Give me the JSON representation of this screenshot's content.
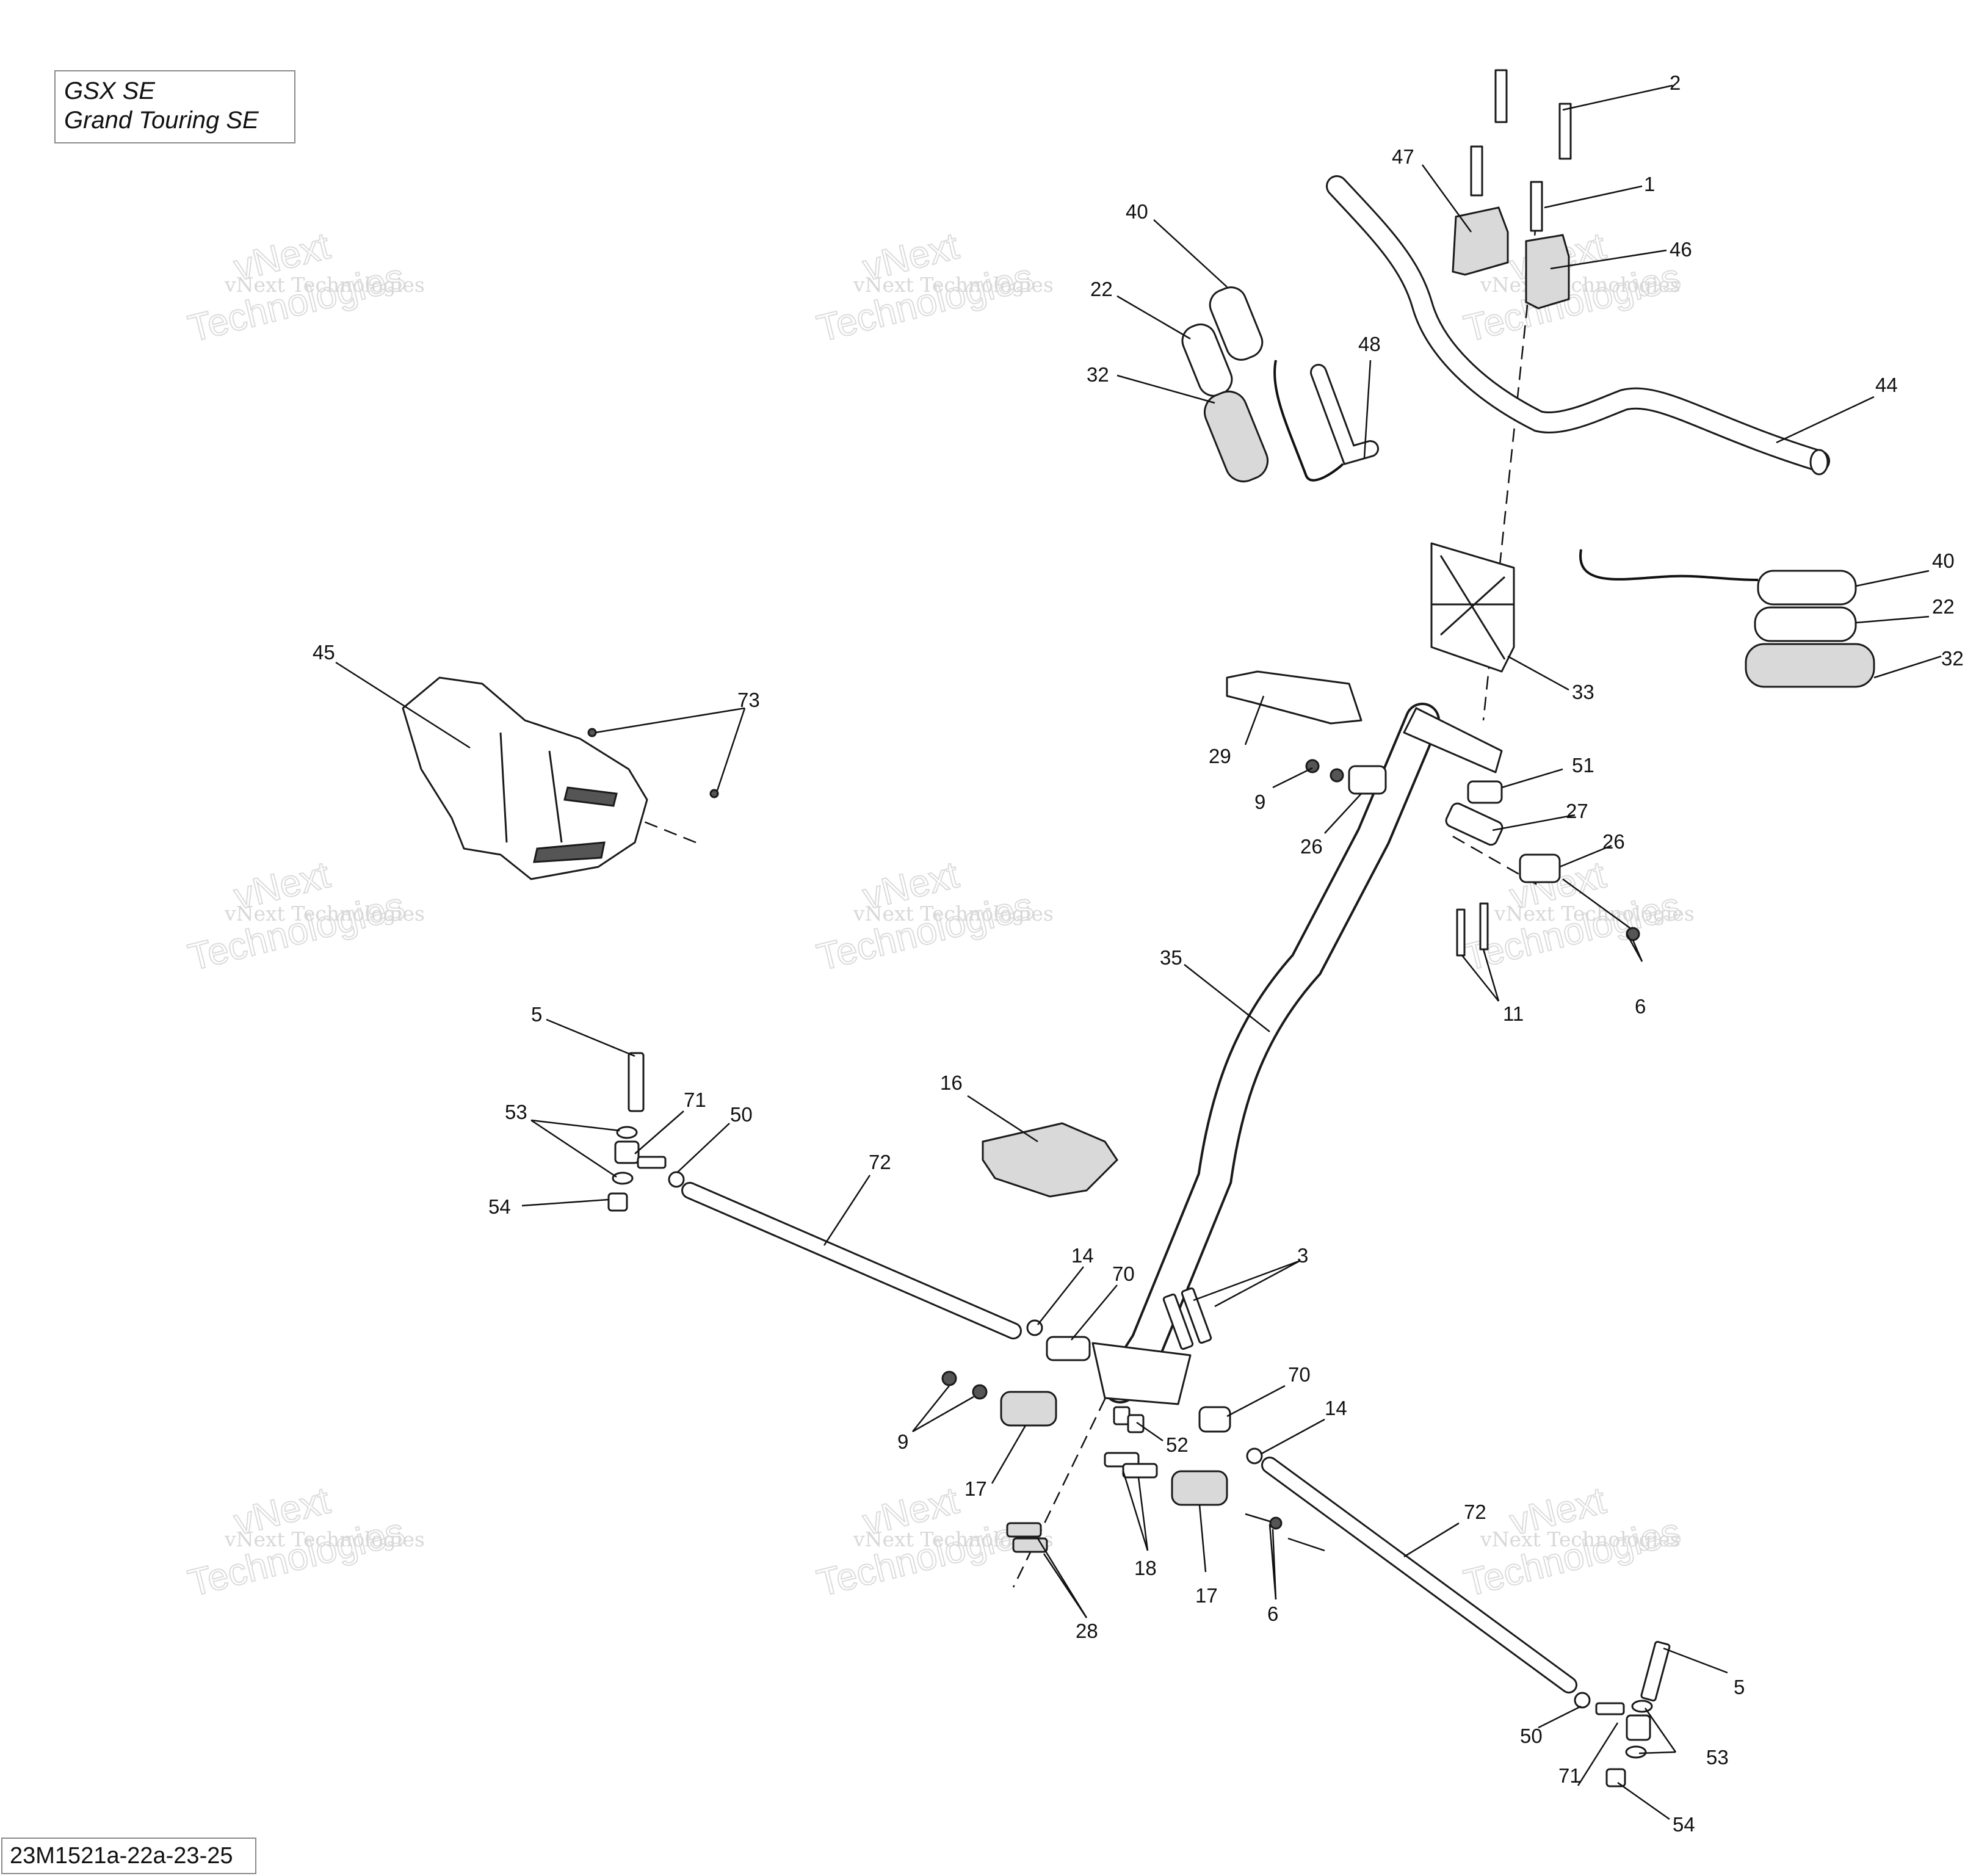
{
  "models": [
    "GSX SE",
    "Grand Touring SE"
  ],
  "diagram_code": "23M1521a-22a-23-25",
  "watermark": {
    "line1": "vNext Technologies",
    "line2": "vNext",
    "line3": "Technologies"
  },
  "callouts": {
    "c_2": "2",
    "c_47": "47",
    "c_1": "1",
    "c_46": "46",
    "c_40a": "40",
    "c_22a": "22",
    "c_32a": "32",
    "c_48": "48",
    "c_44": "44",
    "c_40b": "40",
    "c_22b": "22",
    "c_32b": "32",
    "c_33": "33",
    "c_45": "45",
    "c_73": "73",
    "c_29": "29",
    "c_9a": "9",
    "c_26a": "26",
    "c_51": "51",
    "c_27": "27",
    "c_26b": "26",
    "c_11": "11",
    "c_6a": "6",
    "c_35": "35",
    "c_5a": "5",
    "c_53a": "53",
    "c_71a": "71",
    "c_50a": "50",
    "c_54a": "54",
    "c_16": "16",
    "c_72a": "72",
    "c_14a": "14",
    "c_70a": "70",
    "c_3": "3",
    "c_9b": "9",
    "c_17a": "17",
    "c_52": "52",
    "c_70b": "70",
    "c_14b": "14",
    "c_18": "18",
    "c_17b": "17",
    "c_28": "28",
    "c_6b": "6",
    "c_72b": "72",
    "c_5b": "5",
    "c_50b": "50",
    "c_53b": "53",
    "c_71b": "71",
    "c_54b": "54"
  }
}
